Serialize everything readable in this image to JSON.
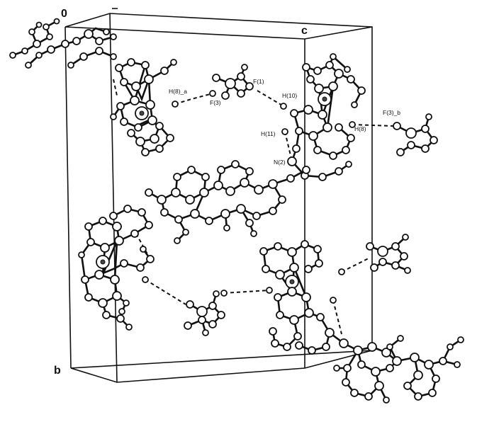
{
  "figure": {
    "axis_labels": {
      "origin": "0",
      "c": "c",
      "b": "b"
    },
    "atom_labels": [
      "F(1)",
      "H(8)_a",
      "F(3)",
      "H(10)",
      "H(11)",
      "N(2)",
      "H(8)",
      "F(3)_b"
    ],
    "colors": {
      "ink": "#111111",
      "atom_fill": "#ffffff",
      "background": "#ffffff"
    }
  }
}
